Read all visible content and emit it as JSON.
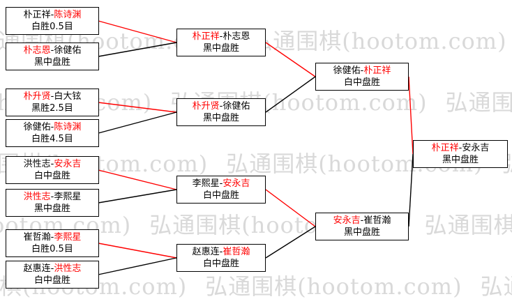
{
  "sep": "-",
  "watermark": "弘通围棋(hootom.com)",
  "colors": {
    "winner_red": "#ff0000",
    "text_black": "#000000",
    "watermark_gray": "#d9d9d9",
    "box_background": "#ffffff"
  },
  "r1": [
    {
      "p1": "朴正祥",
      "p2": "陈诗渊",
      "res": "白胜0.5目",
      "p1c": "",
      "p2c": "w"
    },
    {
      "p1": "朴志恩",
      "p2": "徐健佑",
      "res": "黑中盘胜",
      "p1c": "w",
      "p2c": ""
    },
    {
      "p1": "朴升贤",
      "p2": "白大铉",
      "res": "黑胜2.5目",
      "p1c": "w",
      "p2c": ""
    },
    {
      "p1": "徐健佑",
      "p2": "陈诗渊",
      "res": "白胜4.5目",
      "p1c": "",
      "p2c": "w"
    },
    {
      "p1": "洪性志",
      "p2": "安永吉",
      "res": "白中盘胜",
      "p1c": "",
      "p2c": "w"
    },
    {
      "p1": "洪性志",
      "p2": "李熙星",
      "res": "黑中盘胜",
      "p1c": "w",
      "p2c": ""
    },
    {
      "p1": "崔哲瀚",
      "p2": "李熙星",
      "res": "白胜0.5目",
      "p1c": "",
      "p2c": "w"
    },
    {
      "p1": "赵惠连",
      "p2": "洪性志",
      "res": "白中盘胜",
      "p1c": "",
      "p2c": "w"
    }
  ],
  "r2": [
    {
      "p1": "朴正祥",
      "p2": "朴志恩",
      "res": "黑中盘胜",
      "p1c": "w",
      "p2c": ""
    },
    {
      "p1": "朴升贤",
      "p2": "徐健佑",
      "res": "黑中盘胜",
      "p1c": "w",
      "p2c": ""
    },
    {
      "p1": "李熙星",
      "p2": "安永吉",
      "res": "白中盘胜",
      "p1c": "",
      "p2c": "w"
    },
    {
      "p1": "赵惠连",
      "p2": "崔哲瀚",
      "res": "白中盘胜",
      "p1c": "",
      "p2c": "w"
    }
  ],
  "r3": [
    {
      "p1": "徐健佑",
      "p2": "朴正祥",
      "res": "白中盘胜",
      "p1c": "",
      "p2c": "w"
    },
    {
      "p1": "安永吉",
      "p2": "崔哲瀚",
      "res": "黑中盘胜",
      "p1c": "w",
      "p2c": ""
    }
  ],
  "final": {
    "p1": "朴正祥",
    "p2": "安永吉",
    "res": "黑中盘胜",
    "p1c": "w",
    "p2c": ""
  }
}
